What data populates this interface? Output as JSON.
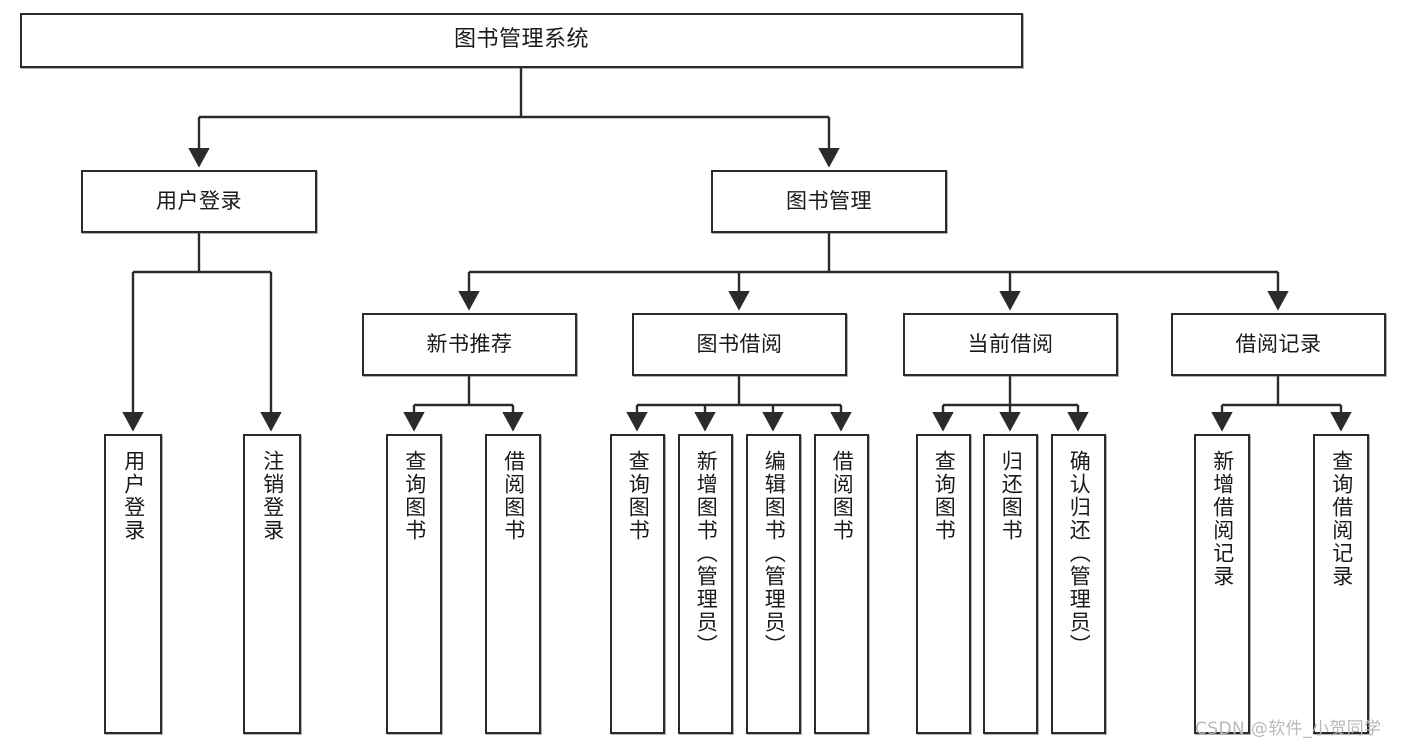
{
  "diagram": {
    "title": "图书管理系统",
    "watermark": "CSDN @软件_小贺同学",
    "colors": {
      "stroke": "#2b2b2b",
      "fill": "#ffffff",
      "text": "#1a1a1a",
      "watermark": "#b9b9b9"
    },
    "levels": {
      "root": "图书管理系统",
      "level2": [
        "用户登录",
        "图书管理"
      ],
      "level3": [
        "新书推荐",
        "图书借阅",
        "当前借阅",
        "借阅记录"
      ]
    },
    "nodes": {
      "root": {
        "label": "图书管理系统"
      },
      "user_login": {
        "label": "用户登录"
      },
      "book_manage": {
        "label": "图书管理"
      },
      "new_book_rec": {
        "label": "新书推荐"
      },
      "book_borrow": {
        "label": "图书借阅"
      },
      "current_borrow": {
        "label": "当前借阅"
      },
      "borrow_record": {
        "label": "借阅记录"
      },
      "leaf_user_login": {
        "label": "用户登录"
      },
      "leaf_logout": {
        "label": "注销登录"
      },
      "leaf_query_book_1": {
        "label": "查询图书"
      },
      "leaf_borrow_book_1": {
        "label": "借阅图书"
      },
      "leaf_query_book_2": {
        "label": "查询图书"
      },
      "leaf_add_book": {
        "label": "新增图书（管理员）"
      },
      "leaf_edit_book": {
        "label": "编辑图书（管理员）"
      },
      "leaf_borrow_book_2": {
        "label": "借阅图书"
      },
      "leaf_query_book_3": {
        "label": "查询图书"
      },
      "leaf_return_book": {
        "label": "归还图书"
      },
      "leaf_confirm_return": {
        "label": "确认归还（管理员）"
      },
      "leaf_add_record": {
        "label": "新增借阅记录"
      },
      "leaf_query_record": {
        "label": "查询借阅记录"
      }
    },
    "tree": {
      "label": "图书管理系统",
      "children": [
        {
          "label": "用户登录",
          "children": [
            {
              "label": "用户登录"
            },
            {
              "label": "注销登录"
            }
          ]
        },
        {
          "label": "图书管理",
          "children": [
            {
              "label": "新书推荐",
              "children": [
                {
                  "label": "查询图书"
                },
                {
                  "label": "借阅图书"
                }
              ]
            },
            {
              "label": "图书借阅",
              "children": [
                {
                  "label": "查询图书"
                },
                {
                  "label": "新增图书（管理员）"
                },
                {
                  "label": "编辑图书（管理员）"
                },
                {
                  "label": "借阅图书"
                }
              ]
            },
            {
              "label": "当前借阅",
              "children": [
                {
                  "label": "查询图书"
                },
                {
                  "label": "归还图书"
                },
                {
                  "label": "确认归还（管理员）"
                }
              ]
            },
            {
              "label": "借阅记录",
              "children": [
                {
                  "label": "新增借阅记录"
                },
                {
                  "label": "查询借阅记录"
                }
              ]
            }
          ]
        }
      ]
    }
  }
}
